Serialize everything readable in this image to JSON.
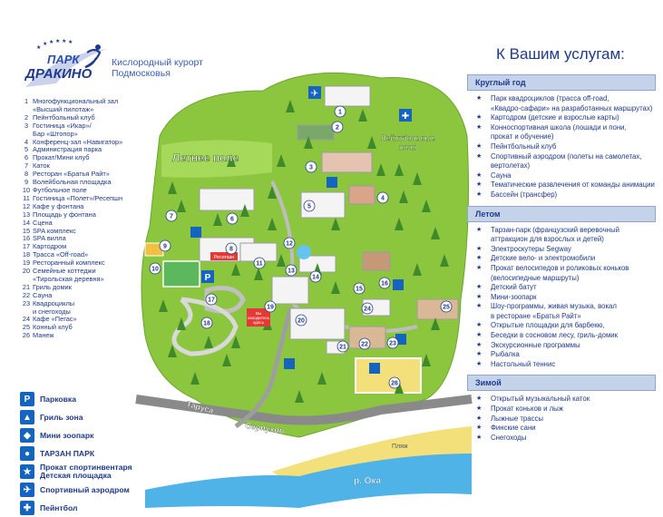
{
  "logo": {
    "line1": "ПАРК",
    "line2": "ДРАКИНО"
  },
  "resort": {
    "line1": "Кислородный курорт",
    "line2": "Подмосковья"
  },
  "legend": [
    {
      "num": "1",
      "text": "Многофункциональный зал"
    },
    {
      "num": "",
      "text": "«Высший пилотаж»"
    },
    {
      "num": "2",
      "text": "Пейнтбольный клуб"
    },
    {
      "num": "3",
      "text": "Гостиница «Икар»/"
    },
    {
      "num": "",
      "text": "Бар «Штопор»"
    },
    {
      "num": "4",
      "text": "Конференц-зал «Навигатор»"
    },
    {
      "num": "5",
      "text": "Администрация парка"
    },
    {
      "num": "6",
      "text": "Прокат/Мини клуб"
    },
    {
      "num": "7",
      "text": "Каток"
    },
    {
      "num": "8",
      "text": "Ресторан «Братья Райт»"
    },
    {
      "num": "9",
      "text": "Волейбольная площадка"
    },
    {
      "num": "10",
      "text": "Футбольное поле"
    },
    {
      "num": "11",
      "text": "Гостиница «Полет»/Ресепшн"
    },
    {
      "num": "12",
      "text": "Кафе у фонтана"
    },
    {
      "num": "13",
      "text": "Площадь у фонтана"
    },
    {
      "num": "14",
      "text": "Сцена"
    },
    {
      "num": "15",
      "text": "SPA комплекс"
    },
    {
      "num": "16",
      "text": "SPA вилла"
    },
    {
      "num": "17",
      "text": "Картодром"
    },
    {
      "num": "18",
      "text": "Трасса «Off-road»"
    },
    {
      "num": "19",
      "text": "Ресторанный комплекс"
    },
    {
      "num": "20",
      "text": "Семейные коттеджи"
    },
    {
      "num": "",
      "text": "«Тирольская деревня»"
    },
    {
      "num": "21",
      "text": "Гриль домик"
    },
    {
      "num": "22",
      "text": "Сауна"
    },
    {
      "num": "23",
      "text": "Квадроциклы"
    },
    {
      "num": "",
      "text": "и снегоходы"
    },
    {
      "num": "24",
      "text": "Кафе «Пегас»"
    },
    {
      "num": "25",
      "text": "Конный клуб"
    },
    {
      "num": "26",
      "text": "Манеж"
    }
  ],
  "keys": [
    {
      "name": "parking",
      "icon": "P",
      "label1": "Парковка",
      "label2": ""
    },
    {
      "name": "grill",
      "icon": "▲",
      "label1": "Гриль зона",
      "label2": ""
    },
    {
      "name": "zoo",
      "icon": "◆",
      "label1": "Мини зоопарк",
      "label2": ""
    },
    {
      "name": "tarzan",
      "icon": "●",
      "label1": "ТАРЗАН ПАРК",
      "label2": ""
    },
    {
      "name": "rental",
      "icon": "★",
      "label1": "Прокат спортинвентаря",
      "label2": "Детская площадка"
    },
    {
      "name": "airfield",
      "icon": "✈",
      "label1": "Спортивный аэродром",
      "label2": ""
    },
    {
      "name": "paintball",
      "icon": "✚",
      "label1": "Пейнтбол",
      "label2": ""
    }
  ],
  "map_labels": {
    "summer_field": "Летнее поле",
    "paintball_field1": "Пейнтбольные",
    "paintball_field2": "поля",
    "reception": "Ресепшн",
    "sign1": "Вы",
    "sign2": "находитесь",
    "sign3": "здесь",
    "road_tarusa": "Таруса",
    "road_serpukhov": "Серпухов",
    "beach": "Пляж",
    "river": "р. Ока"
  },
  "markers": [
    "1",
    "2",
    "3",
    "4",
    "5",
    "6",
    "7",
    "8",
    "9",
    "10",
    "11",
    "12",
    "13",
    "14",
    "15",
    "16",
    "17",
    "18",
    "19",
    "20",
    "21",
    "22",
    "23",
    "24",
    "25",
    "26"
  ],
  "services": {
    "title": "К Вашим услугам:",
    "seasons": [
      {
        "name": "Круглый год",
        "items": [
          "Парк квадроциклов (трасса off-road,",
          "«Квадро-сафари» на разработанных маршрутах)",
          "Картодром (детские и взрослые карты)",
          "Конноспортивная школа (лошади и пони,",
          "прокат и обучение)",
          "Пейнтбольный клуб",
          "Спортивный аэродром (полеты на самолетах,",
          "вертолетах)",
          "Сауна",
          "Тематические развлечения от команды анимации",
          "Бассейн (трансфер)"
        ],
        "stars": [
          true,
          false,
          true,
          true,
          false,
          true,
          true,
          false,
          true,
          true,
          true
        ]
      },
      {
        "name": "Летом",
        "items": [
          "Тарзан-парк (французский веревочный",
          "аттракцион для взрослых и детей)",
          "Электроскутеры Segway",
          "Детские вело- и электромобили",
          "Прокат велосипедов и роликовых коньков",
          "(велосипедные маршруты)",
          "Детский батут",
          "Мини-зоопарк",
          "Шоу-программы, живая музыка, вокал",
          "в ресторане «Братья Райт»",
          "Открытые площадки для барбекю,",
          "Беседки в сосновом лесу, гриль-домик",
          "Экскурсионные программы",
          "Рыбалка",
          "Настольный теннис"
        ],
        "stars": [
          true,
          false,
          true,
          true,
          true,
          false,
          true,
          true,
          true,
          false,
          true,
          true,
          true,
          true,
          true
        ]
      },
      {
        "name": "Зимой",
        "items": [
          "Открытый музыкальный каток",
          "Прокат коньков и лыж",
          "Лыжные трассы",
          "Финские сани",
          "Снегоходы"
        ],
        "stars": [
          true,
          true,
          true,
          true,
          true
        ]
      }
    ]
  },
  "colors": {
    "accent": "#1e3a8a",
    "key_blue": "#1565c0",
    "grass": "#8cc63f",
    "grass_dark": "#5e9e2e",
    "river": "#4fb3e8",
    "beach": "#f3e07a",
    "road": "#8a8a8a"
  }
}
